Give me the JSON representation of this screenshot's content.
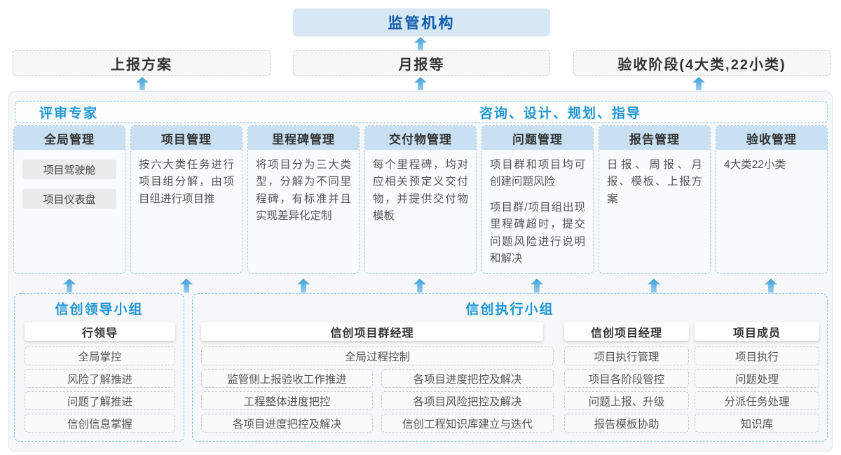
{
  "colors": {
    "accent_blue": "#1e96d5",
    "regulator_text_blue": "#0d5cab",
    "regulator_fill": "#d8e7f4",
    "column_header_fill": "#c8e0f1",
    "arrow_blue": "#5fb0e0",
    "dashed_blue_border": "#7fc0e6"
  },
  "top": {
    "regulator_label": "监管机构",
    "report_boxes": [
      {
        "label": "上报方案"
      },
      {
        "label": "月报等"
      },
      {
        "label": "验收阶段(4大类,22小类)"
      }
    ]
  },
  "platform": {
    "experts_label": "评审专家",
    "consulting_label": "咨询、设计、规划、指导",
    "columns": [
      {
        "title": "全局管理",
        "pills": [
          "项目驾驶舱",
          "项目仪表盘"
        ]
      },
      {
        "title": "项目管理",
        "paragraphs": [
          "按六大类任务进行项目组分解，由项目组进行项目推"
        ]
      },
      {
        "title": "里程碑管理",
        "paragraphs": [
          "将项目分为三大类型，分解为不同里程碑，有标准并且实现差异化定制"
        ]
      },
      {
        "title": "交付物管理",
        "paragraphs": [
          "每个里程碑，均对应相关预定义交付物，并提供交付物模板"
        ]
      },
      {
        "title": "问题管理",
        "paragraphs": [
          "项目群和项目均可创建问题风险",
          "项目群/项目组出现里程碑超时，提交问题风险进行说明和解决"
        ]
      },
      {
        "title": "报告管理",
        "paragraphs": [
          "日报、周报、月报、模板、上报方案"
        ]
      },
      {
        "title": "验收管理",
        "paragraphs": [
          "4大类22小类"
        ]
      }
    ]
  },
  "leader_group": {
    "title": "信创领导小组",
    "role": "行领导",
    "items": [
      "全局掌控",
      "风险了解推进",
      "问题了解推进",
      "信创信息掌握"
    ]
  },
  "exec_group": {
    "title": "信创执行小组",
    "program_manager": {
      "role": "信创项目群经理",
      "full_width_item": "全局过程控制",
      "left_items": [
        "监管侧上报验收工作推进",
        "工程整体进度把控",
        "各项目进度把控及解决"
      ],
      "right_items": [
        "各项目进度把控及解决",
        "各项目风险把控及解决",
        "信创工程知识库建立与迭代"
      ]
    },
    "project_manager": {
      "role": "信创项目经理",
      "items": [
        "项目执行管理",
        "项目各阶段管控",
        "问题上报、升级",
        "报告模板协助"
      ]
    },
    "member": {
      "role": "项目成员",
      "items": [
        "项目执行",
        "问题处理",
        "分派任务处理",
        "知识库"
      ]
    }
  }
}
